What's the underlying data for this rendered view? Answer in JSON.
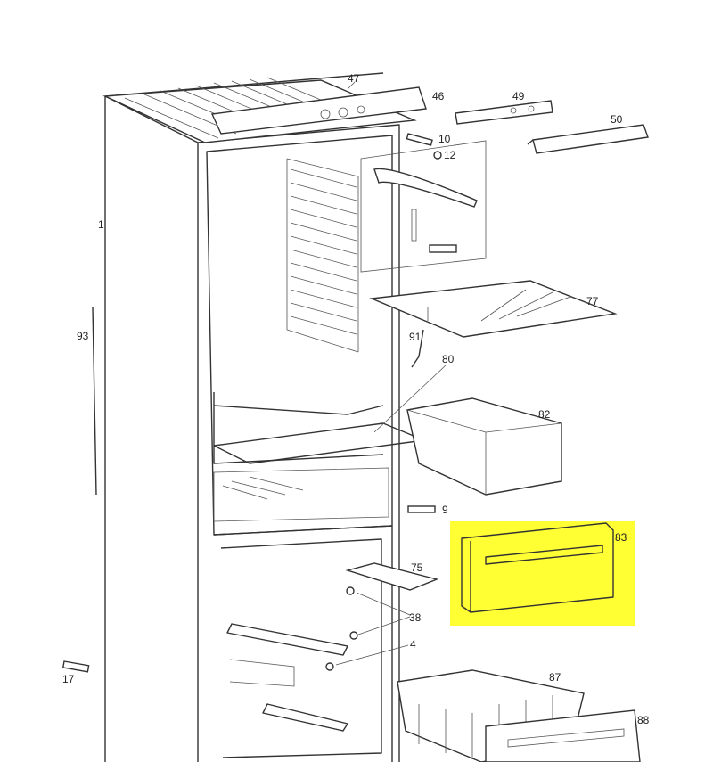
{
  "diagram": {
    "highlight_color": "#ffff33",
    "labels": {
      "p47": "47",
      "p46": "46",
      "p49": "49",
      "p50": "50",
      "p10": "10",
      "p12": "12",
      "p1": "1",
      "p93": "93",
      "p77": "77",
      "p91": "91",
      "p80": "80",
      "p82": "82",
      "p9": "9",
      "p83": "83",
      "p75": "75",
      "p38": "38",
      "p4": "4",
      "p17": "17",
      "p87": "87",
      "p88": "88"
    }
  }
}
